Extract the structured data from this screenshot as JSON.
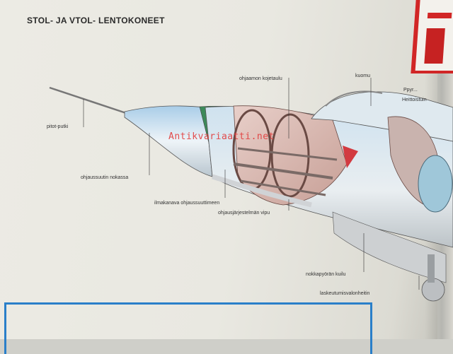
{
  "title": "STOL- JA VTOL- LENTOKONEET",
  "watermark": "Antikvariaatti.net",
  "labels": {
    "pitot": "pitot-putki",
    "nozzle": "ohjaussuutin nokassa",
    "duct": "ilmakanava ohjaussuuttimeen",
    "valves": "ohjaamon kojetaulu",
    "canopy": "kuomu",
    "seat": "Ppyr...",
    "ejector": "Heittoistuin",
    "lever": "ohjausjärjestelmän vipu",
    "gear": "nokkapyörän kuilu",
    "light": "laskeutumisvalonheitin"
  },
  "colors": {
    "accent": "#2a7fc9",
    "watermark": "#e23b3b"
  }
}
